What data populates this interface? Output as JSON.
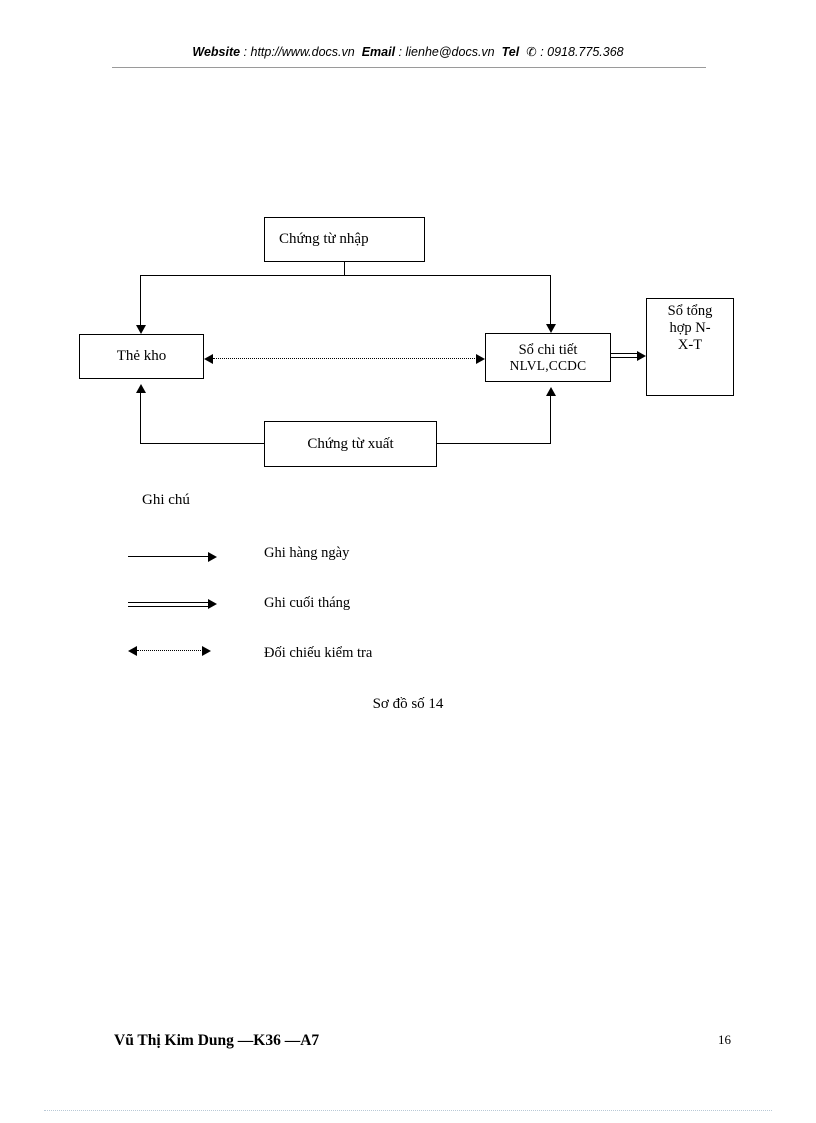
{
  "header": {
    "website_label": "Website",
    "website_sep": " : ",
    "website_url": "http://www.docs.vn",
    "email_label": "Email",
    "email_sep": "  : ",
    "email_value": "lienhe@docs.vn",
    "tel_label": "Tel",
    "tel_icon": "telephone-icon",
    "tel_sep": " : ",
    "tel_value": "0918.775.368"
  },
  "diagram": {
    "nodes": {
      "chung_tu_nhap": "Chứng từ nhập",
      "the_kho": "Thẻ kho",
      "so_chi_tiet_line1": "Sổ chi tiết",
      "so_chi_tiet_line2": "NLVL,CCDC",
      "chung_tu_xuat": "Chứng từ xuất",
      "so_tong_hop_line1": "Sổ tổng",
      "so_tong_hop_line2": "hợp N-",
      "so_tong_hop_line3": "X-T"
    },
    "edges": [
      {
        "from": "chung_tu_nhap",
        "to": "the_kho",
        "style": "solid-arrow"
      },
      {
        "from": "chung_tu_nhap",
        "to": "so_chi_tiet",
        "style": "solid-arrow"
      },
      {
        "from": "chung_tu_xuat",
        "to": "the_kho",
        "style": "solid-arrow"
      },
      {
        "from": "chung_tu_xuat",
        "to": "so_chi_tiet",
        "style": "solid-arrow"
      },
      {
        "from": "the_kho",
        "to": "so_chi_tiet",
        "style": "dotted-double-arrow"
      },
      {
        "from": "so_chi_tiet",
        "to": "so_tong_hop",
        "style": "double-line-arrow"
      }
    ]
  },
  "legend": {
    "title": "Ghi chú",
    "items": [
      {
        "art": "single-arrow-icon",
        "label": "Ghi hàng ngày"
      },
      {
        "art": "double-line-arrow-icon",
        "label": "Ghi cuối tháng"
      },
      {
        "art": "dotted-double-arrow-icon",
        "label": "Đối chiếu kiểm tra"
      }
    ]
  },
  "caption": "Sơ đồ số 14",
  "footer": {
    "author": "Vũ Thị Kim Dung —K36 —A7",
    "page_number": "16"
  },
  "colors": {
    "text": "#000000",
    "header_rule": "#9a9a9a",
    "footer_rule": "#b9c9d6",
    "page_background": "#ffffff"
  }
}
